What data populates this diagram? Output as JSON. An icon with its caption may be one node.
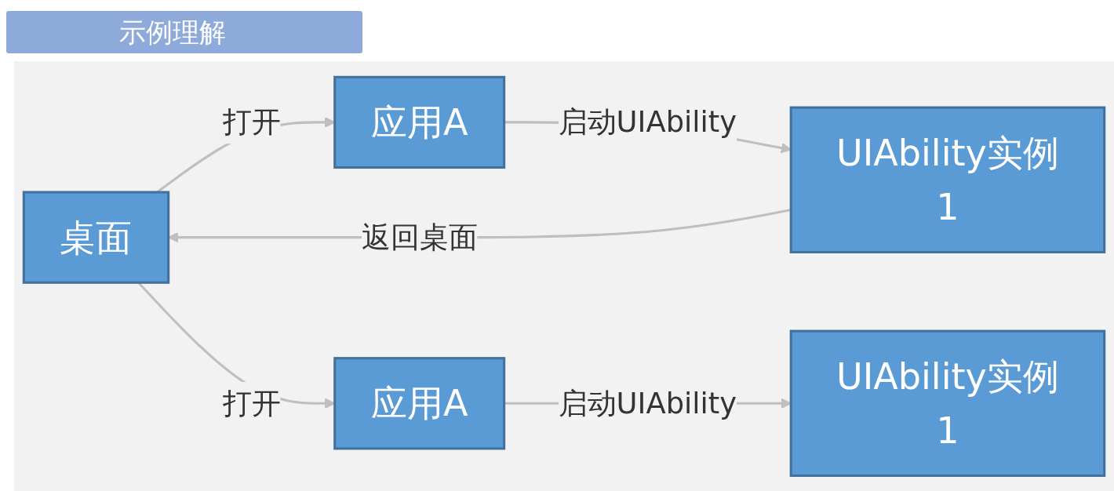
{
  "diagram": {
    "title": "示例理解",
    "nodes": [
      {
        "text": [
          "桌面"
        ]
      },
      {
        "text": [
          "应用A"
        ]
      },
      {
        "text": [
          "UIAbility实例1"
        ]
      },
      {
        "text": [
          "应用A"
        ]
      },
      {
        "text": [
          "UIAbility实例1"
        ]
      }
    ],
    "edges": [
      {
        "from": 0,
        "to": 1,
        "label": "打开",
        "arrow": "to"
      },
      {
        "from": 1,
        "to": 2,
        "label": "启动UIAbility",
        "arrow": "to"
      },
      {
        "from": 2,
        "to": 0,
        "label": "返回桌面",
        "arrow": "to"
      },
      {
        "from": 0,
        "to": 3,
        "label": "打开",
        "arrow": "to"
      },
      {
        "from": 3,
        "to": 4,
        "label": "启动UIAbility",
        "arrow": "to"
      }
    ]
  }
}
